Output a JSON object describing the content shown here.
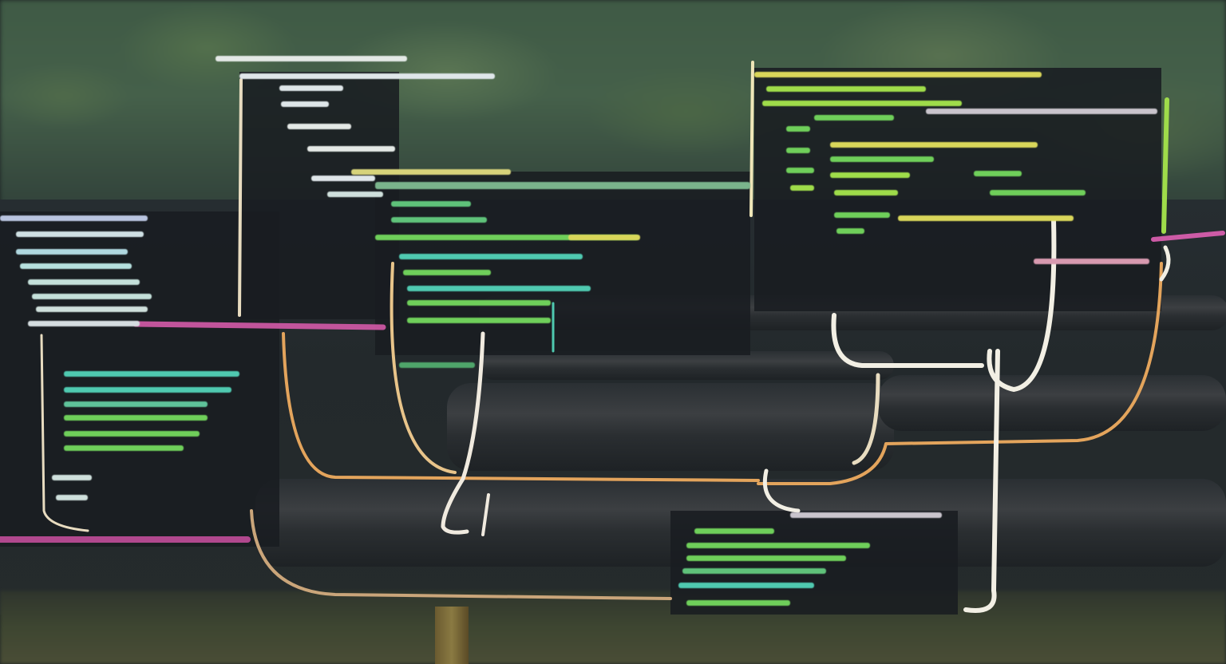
{
  "scene": {
    "colors": {
      "forest": "#4f6a4a",
      "background": "#23292c",
      "wire_cream": "#e8dcc0",
      "wire_orange": "#e3a45c",
      "wire_pink": "#d45aa8",
      "code_green": "#6fcf5a",
      "code_teal": "#4fc9b0",
      "code_yellow": "#d9d65a",
      "code_white": "#e4e9e6"
    }
  },
  "panels": [
    {
      "name": "top-left-code-panel",
      "accent": "#e4e9e6"
    },
    {
      "name": "center-code-panel",
      "accent": "#6fcf5a"
    },
    {
      "name": "top-right-code-panel",
      "accent": "#9fdc4a"
    },
    {
      "name": "left-code-panel",
      "accent": "#4fc9b0"
    },
    {
      "name": "bottom-code-panel",
      "accent": "#6fcf5a"
    }
  ]
}
